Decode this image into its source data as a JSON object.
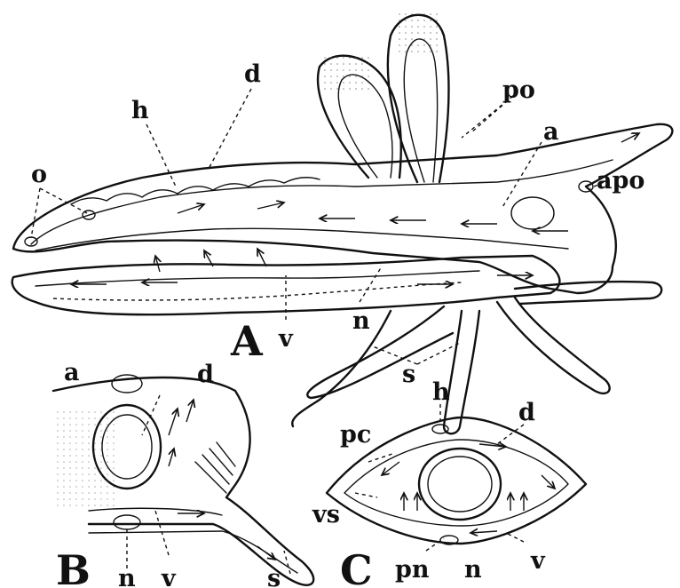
{
  "panel_a": {
    "letter": "A",
    "labels": {
      "o": "o",
      "h": "h",
      "d": "d",
      "po": "po",
      "a": "a",
      "apo": "apo",
      "v": "v",
      "n": "n",
      "s": "s"
    }
  },
  "panel_b": {
    "letter": "B",
    "labels": {
      "a": "a",
      "d": "d",
      "n": "n",
      "v": "v",
      "s": "s"
    }
  },
  "panel_c": {
    "letter": "C",
    "labels": {
      "h": "h",
      "d": "d",
      "pc": "pc",
      "vs": "vs",
      "pn": "pn",
      "n": "n",
      "v": "v"
    }
  }
}
